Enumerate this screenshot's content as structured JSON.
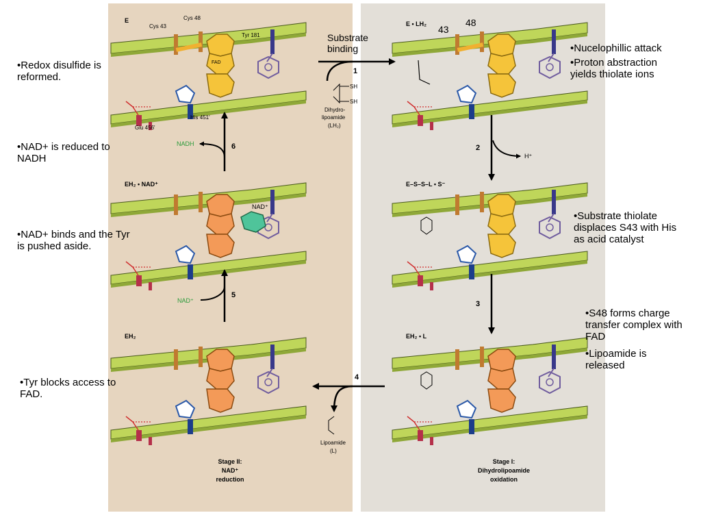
{
  "notes": {
    "redox": "•Redox disulfide is reformed.",
    "nad_reduced": "•NAD+ is reduced to NADH",
    "nad_binds": "•NAD+ binds and the Tyr is pushed aside.",
    "tyr_blocks": "•Tyr blocks access to FAD.",
    "nucleophilic": "•Nucelophillic attack",
    "proton": "•Proton abstraction yields thiolate ions",
    "thiolate": "•Substrate thiolate displaces S43 with His as acid catalyst",
    "s48": "•S48 forms charge transfer complex with FAD",
    "lipoamide_released": "•Lipoamide is released"
  },
  "overlay": {
    "substrate_binding": "Substrate binding",
    "num_43": "43",
    "num_48": "48"
  },
  "states": {
    "E": "E",
    "E_LH2": "E • LH₂",
    "E_SSL_S": "E–S–S–L • S⁻",
    "EH2_L": "EH₂ • L",
    "EH2": "EH₂",
    "EH2_NAD": "EH₂ • NAD⁺"
  },
  "residues": {
    "cys43": "Cys 43",
    "cys48": "Cys 48",
    "tyr181": "Tyr 181",
    "glu456": "Glu 456'",
    "his451": "His 451'",
    "fad": "FAD"
  },
  "steps": [
    "1",
    "2",
    "3",
    "4",
    "5",
    "6"
  ],
  "species": {
    "dihydrolipoamide_l1": "Dihydro-",
    "dihydrolipoamide_l2": "lipoamide",
    "dihydrolipoamide_l3": "(LH₂)",
    "lipoamide_l1": "Lipoamide",
    "lipoamide_l2": "(L)",
    "sh": "SH",
    "hplus": "H⁺",
    "nadh": "NADH",
    "nadplus": "NAD⁺",
    "nad_bound": "NAD⁺"
  },
  "stages": {
    "stage2_l1": "Stage II:",
    "stage2_l2": "NAD⁺",
    "stage2_l3": "reduction",
    "stage1_l1": "Stage I:",
    "stage1_l2": "Dihydrolipoamide",
    "stage1_l3": "oxidation"
  },
  "colors": {
    "left_panel": "#e6d5bf",
    "right_panel": "#e3dfd8",
    "strand": "#bfd65a",
    "fad_yellow": "#f5c43a",
    "fad_reduced": "#f39a58",
    "nad_green": "#4fc49a",
    "his_blue": "#2a58a8",
    "tyr_purple": "#6f5c9e"
  }
}
